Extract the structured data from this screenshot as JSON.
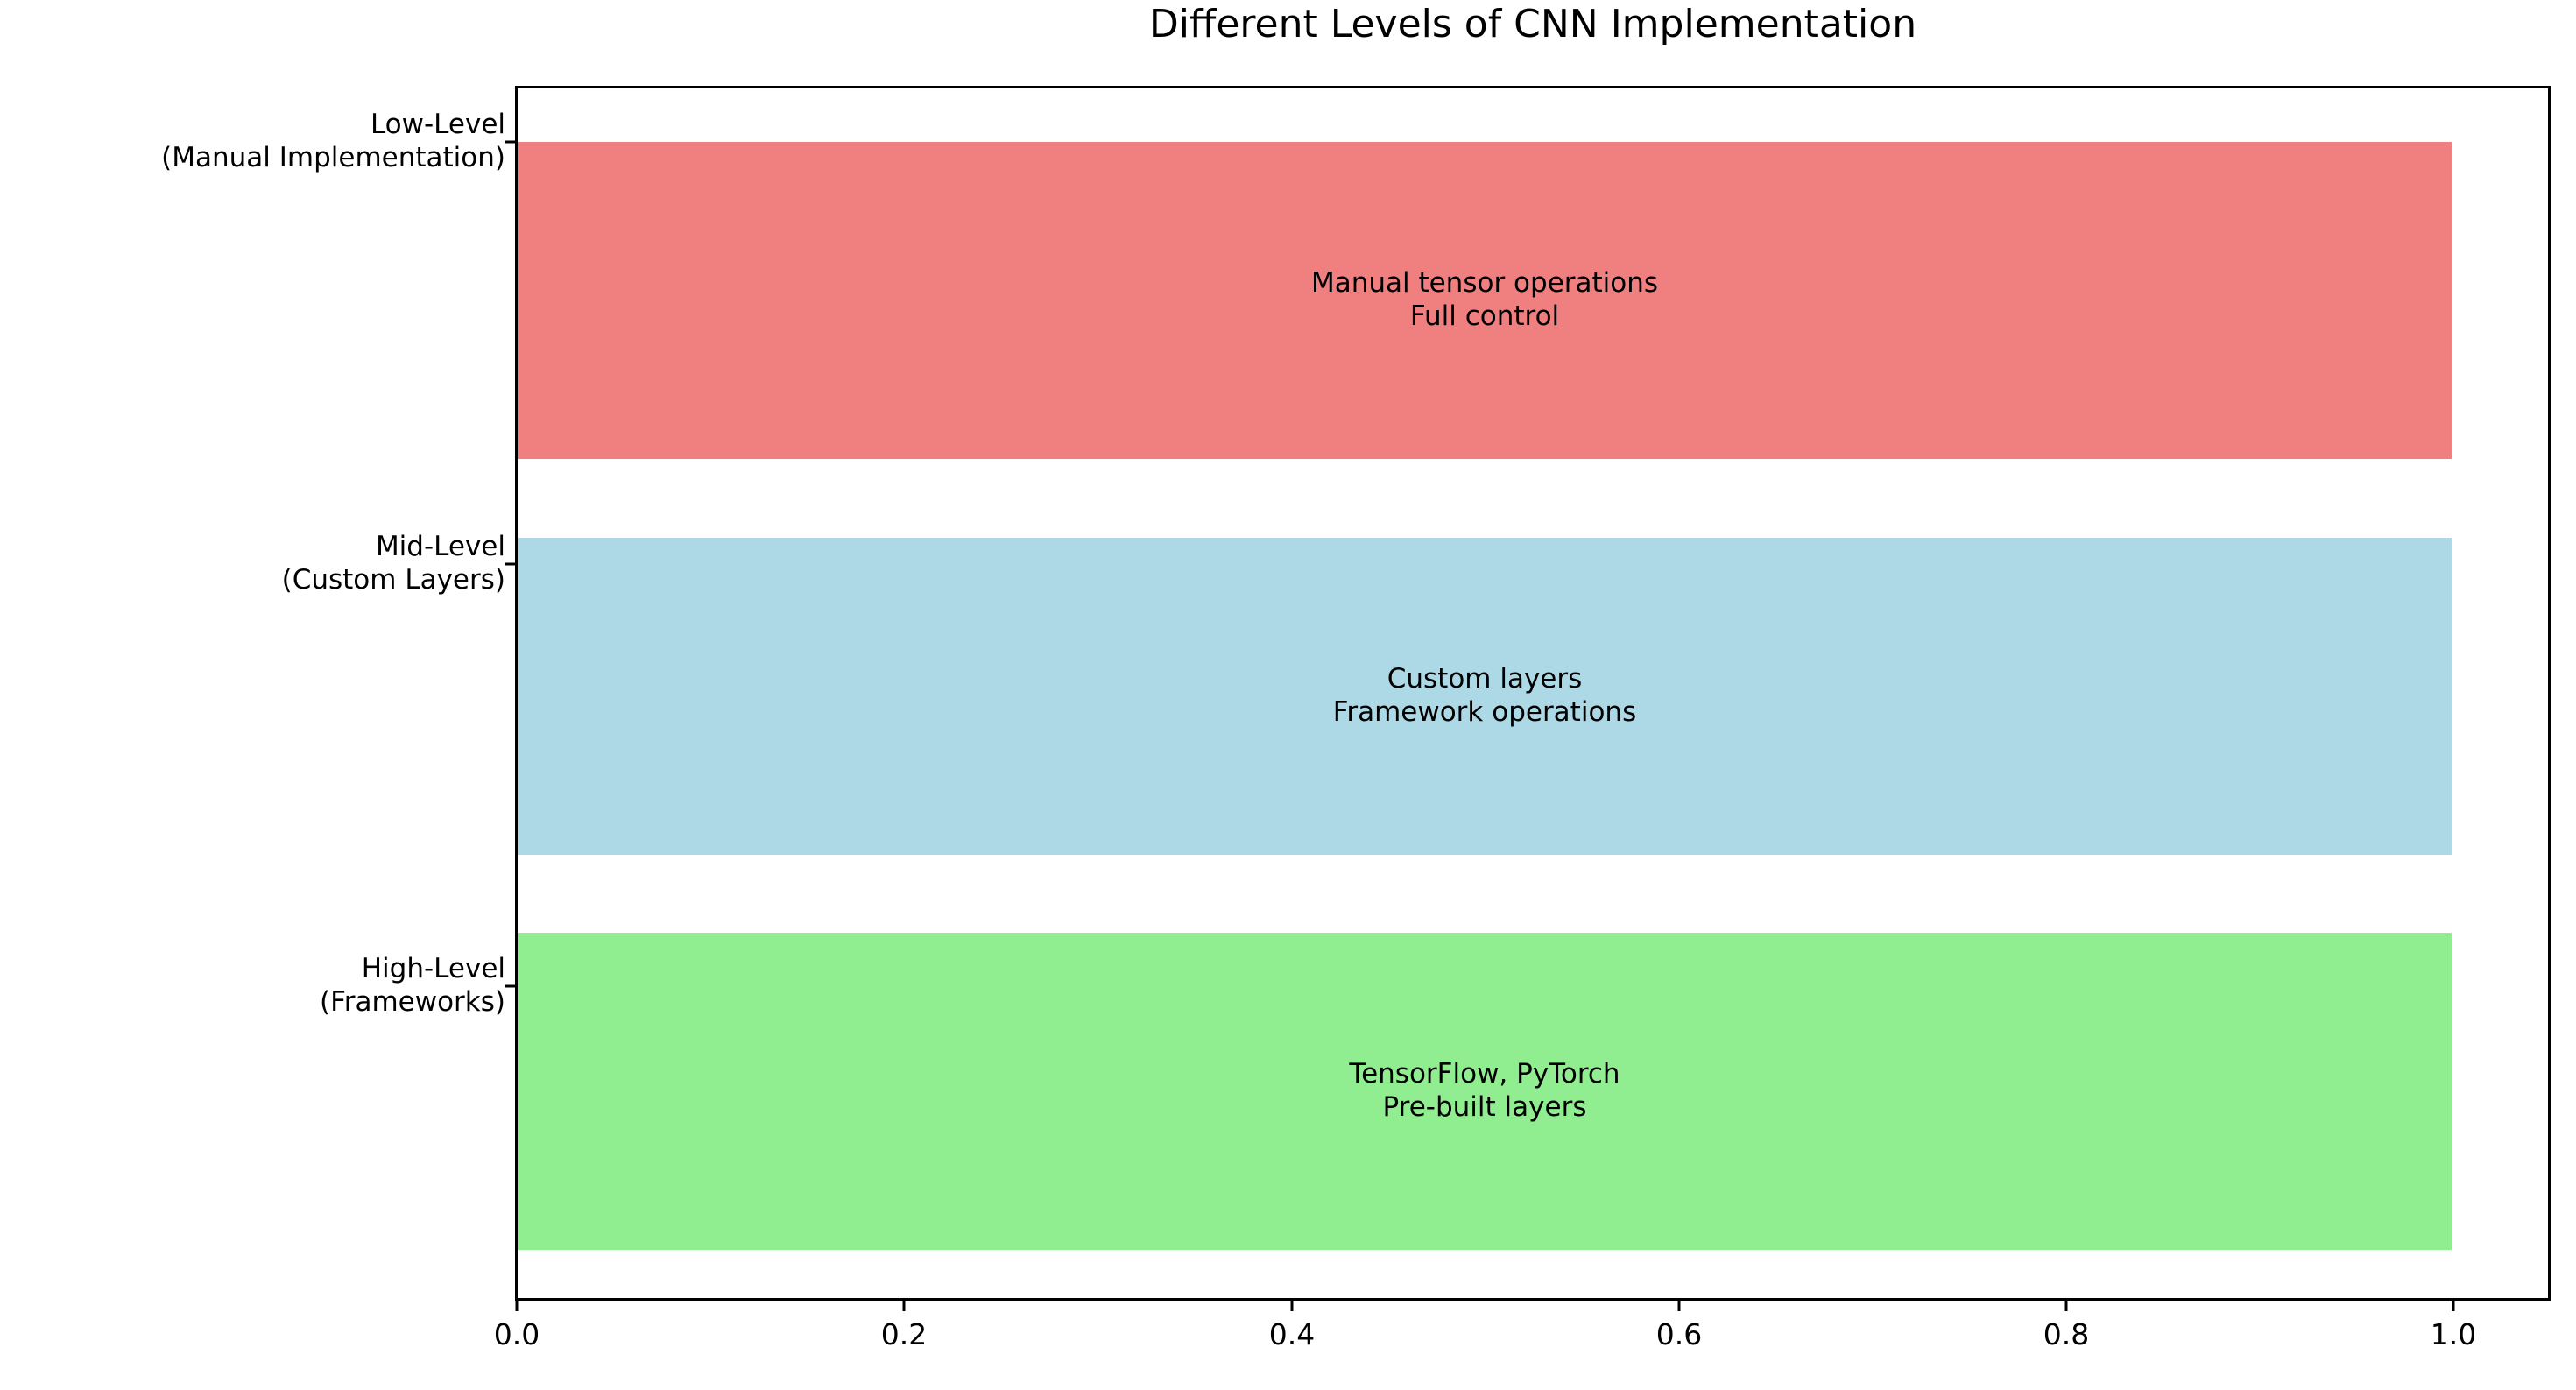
{
  "chart_data": {
    "type": "bar",
    "orientation": "horizontal",
    "title": "Different Levels of CNN Implementation",
    "xlabel": "",
    "ylabel": "",
    "xlim": [
      0.0,
      1.0
    ],
    "grid": false,
    "legend": null,
    "categories": [
      "High-Level\n(Frameworks)",
      "Mid-Level\n(Custom Layers)",
      "Low-Level\n(Manual Implementation)"
    ],
    "values": [
      1.0,
      1.0,
      1.0
    ],
    "bar_colors": [
      "#90EE90",
      "#ADD8E6",
      "#F08080"
    ],
    "annotations": [
      "TensorFlow, PyTorch\nPre-built layers",
      "Custom layers\nFramework operations",
      "Manual tensor operations\nFull control"
    ],
    "xticks": [
      "0.0",
      "0.2",
      "0.4",
      "0.6",
      "0.8",
      "1.0"
    ],
    "xtick_values": [
      0.0,
      0.2,
      0.4,
      0.6,
      0.8,
      1.0
    ],
    "bars": [
      {
        "category": "Low-Level\n(Manual Implementation)",
        "value": 1.0,
        "color": "#F08080",
        "annotation": "Manual tensor operations\nFull control"
      },
      {
        "category": "Mid-Level\n(Custom Layers)",
        "value": 1.0,
        "color": "#ADD8E6",
        "annotation": "Custom layers\nFramework operations"
      },
      {
        "category": "High-Level\n(Frameworks)",
        "value": 1.0,
        "color": "#90EE90",
        "annotation": "TensorFlow, PyTorch\nPre-built layers"
      }
    ]
  },
  "colors": {
    "axis": "#000000",
    "background": "#ffffff",
    "text": "#000000"
  }
}
